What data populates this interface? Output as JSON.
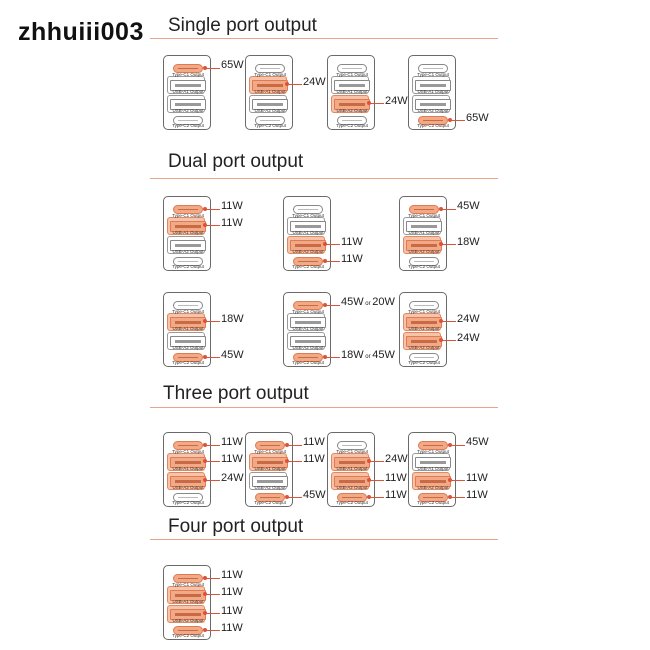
{
  "watermark": "zhhuiii003",
  "sections": [
    {
      "title": "Single port output"
    },
    {
      "title": "Dual port output"
    },
    {
      "title": "Three port output"
    },
    {
      "title": "Four port output"
    }
  ],
  "port_labels": {
    "c1": "Type-C1 Output",
    "a1": "USB-A1 Output",
    "a2": "USB-A2 Output",
    "c2": "Type-C2 Output"
  },
  "colors": {
    "accent": "#f2a985",
    "line": "#e8a58a",
    "connector": "#d9543a"
  },
  "chargers": [
    {
      "section": "single",
      "active": {
        "c1": "65W"
      }
    },
    {
      "section": "single",
      "active": {
        "a1": "24W"
      }
    },
    {
      "section": "single",
      "active": {
        "a2": "24W"
      }
    },
    {
      "section": "single",
      "active": {
        "c2": "65W"
      }
    },
    {
      "section": "dual",
      "active": {
        "c1": "11W",
        "a1": "11W"
      }
    },
    {
      "section": "dual",
      "active": {
        "a2": "11W",
        "c2": "11W"
      }
    },
    {
      "section": "dual",
      "active": {
        "c1": "45W",
        "a2": "18W"
      }
    },
    {
      "section": "dual",
      "active": {
        "a1": "18W",
        "c2": "45W"
      }
    },
    {
      "section": "dual",
      "active": {
        "c1": "45W or 20W",
        "c2": "18W or 45W"
      }
    },
    {
      "section": "dual",
      "active": {
        "a1": "24W",
        "a2": "24W"
      }
    },
    {
      "section": "three",
      "active": {
        "c1": "11W",
        "a1": "11W",
        "a2": "24W"
      }
    },
    {
      "section": "three",
      "active": {
        "c1": "11W",
        "a1": "11W",
        "c2": "45W"
      }
    },
    {
      "section": "three",
      "active": {
        "a1": "24W",
        "a2": "11W",
        "c2": "11W"
      }
    },
    {
      "section": "three",
      "active": {
        "c1": "45W",
        "a2": "11W",
        "c2": "11W"
      }
    },
    {
      "section": "four",
      "active": {
        "c1": "11W",
        "a1": "11W",
        "a2": "11W",
        "c2": "11W"
      }
    }
  ]
}
